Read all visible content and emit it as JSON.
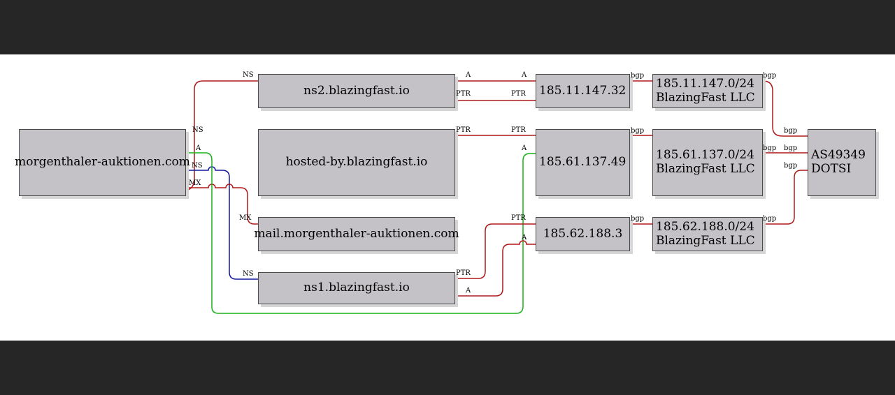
{
  "colors": {
    "red": "#b01818",
    "blue": "#10189c",
    "green": "#18b018",
    "node_fill": "#c4c2c6"
  },
  "nodes": {
    "domain": "morgenthaler-auktionen.com",
    "ns2": "ns2.blazingfast.io",
    "hosted_by": "hosted-by.blazingfast.io",
    "mail": "mail.morgenthaler-auktionen.com",
    "ns1": "ns1.blazingfast.io",
    "ip1": "185.11.147.32",
    "ip2": "185.61.137.49",
    "ip3": "185.62.188.3",
    "net1": {
      "line1": "185.11.147.0/24",
      "line2": "BlazingFast LLC"
    },
    "net2": {
      "line1": "185.61.137.0/24",
      "line2": "BlazingFast LLC"
    },
    "net3": {
      "line1": "185.62.188.0/24",
      "line2": "BlazingFast LLC"
    },
    "as": {
      "line1": "AS49349",
      "line2": "DOTSI"
    }
  },
  "edge_labels": {
    "ns": "NS",
    "a": "A",
    "mx": "MX",
    "ptr": "PTR",
    "bgp": "bgp"
  }
}
